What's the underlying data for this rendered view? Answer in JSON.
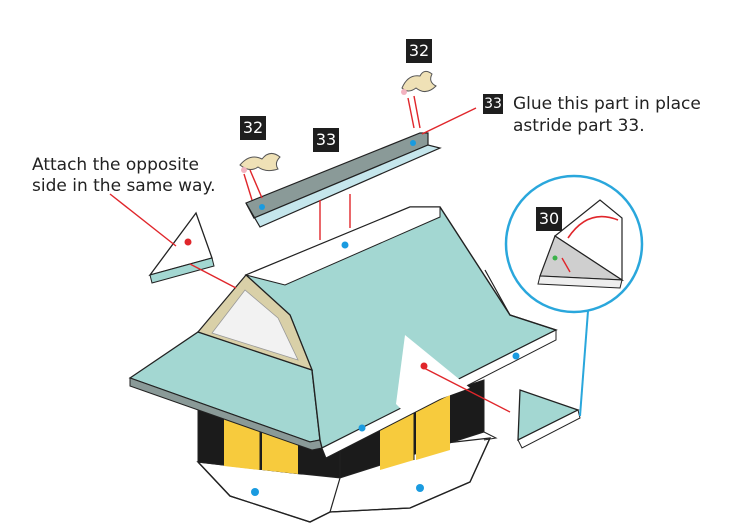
{
  "callouts": {
    "opposite_side": "Attach the opposite\nside in the same way.",
    "glue_line1": "Glue this part in place",
    "glue_line2": "astride part 33."
  },
  "part_numbers": {
    "part_32_top": "32",
    "part_32_left": "32",
    "part_33_ridge": "33",
    "part_33_note": "33",
    "part_30_detail": "30"
  },
  "colors": {
    "roof": "#a3d7d2",
    "gable": "#d9d0a8",
    "wall_yellow": "#f7cb3d",
    "wall_black": "#1b1b1b",
    "guide_red": "#e0262b",
    "detail_blue": "#2aa7dc",
    "dot_blue": "#1a9be0"
  }
}
